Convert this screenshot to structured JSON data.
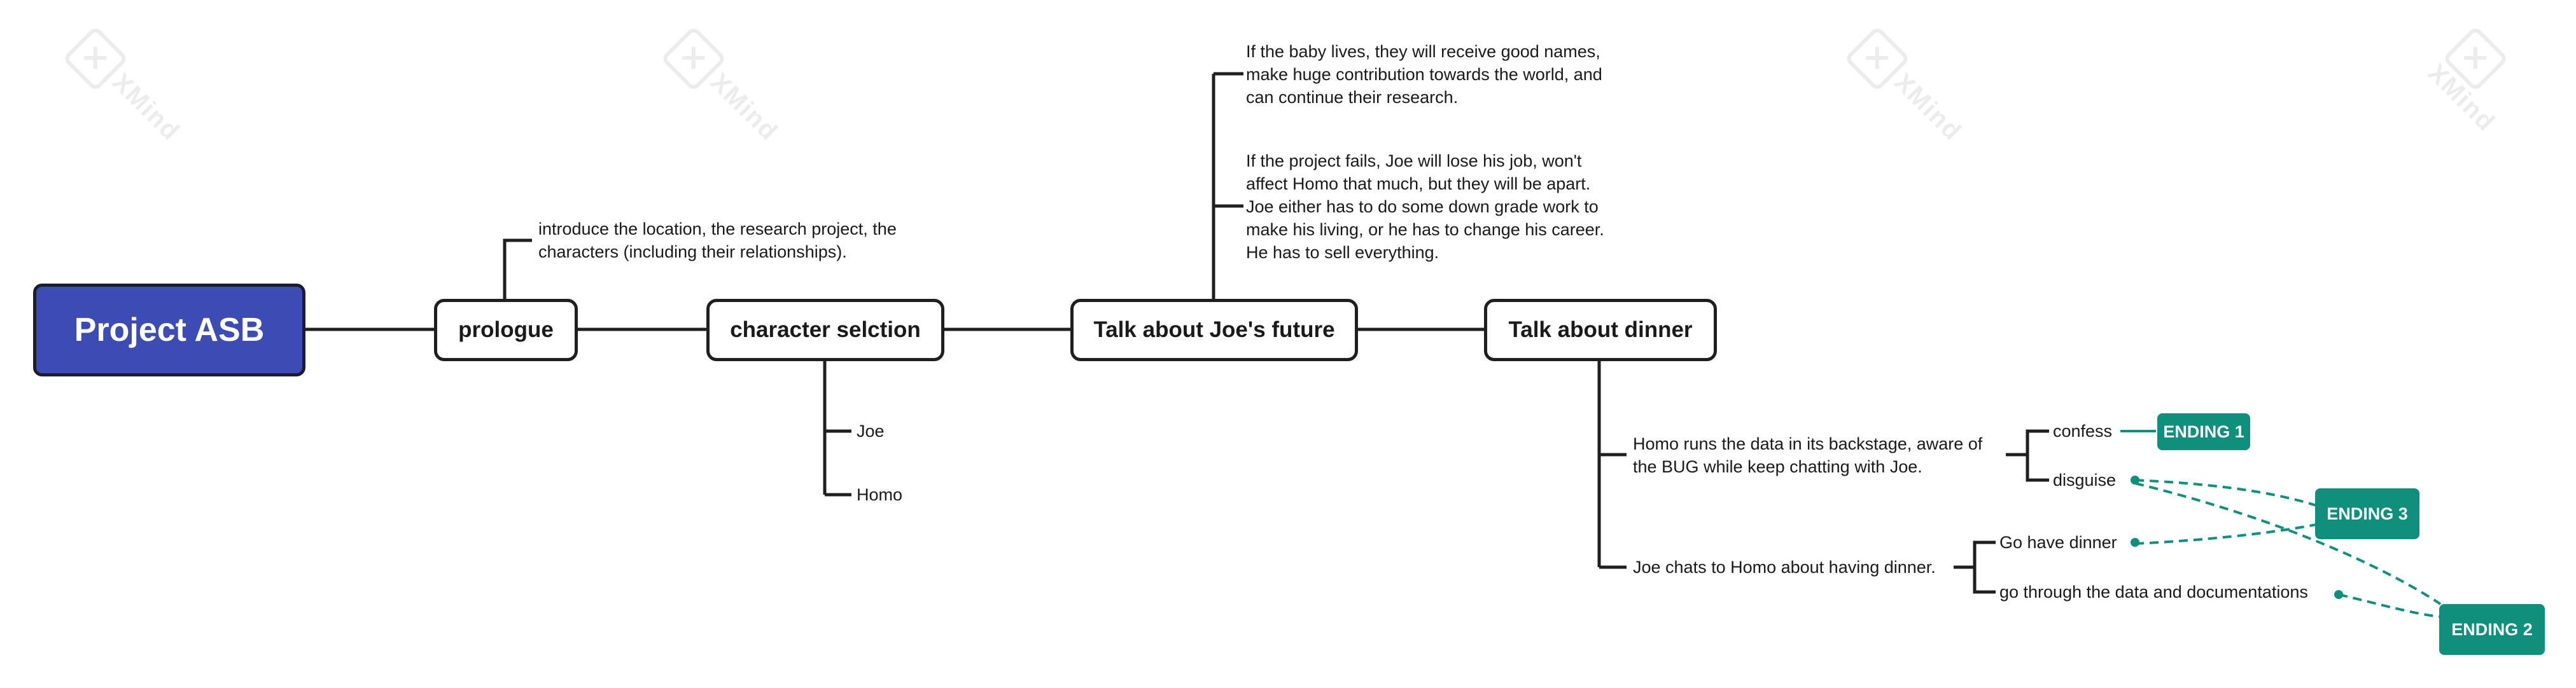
{
  "root": {
    "label": "Project ASB"
  },
  "topics": {
    "prologue": "prologue",
    "character": "character selction",
    "future": "Talk about Joe's future",
    "dinner": "Talk about dinner"
  },
  "prologue_note": {
    "lines": [
      "introduce the location, the research project, the",
      "characters (including their relationships)."
    ]
  },
  "characters": [
    "Joe",
    "Homo"
  ],
  "future_notes": {
    "lives": [
      "If the baby lives, they will receive good names,",
      "make huge contribution towards the world, and",
      "can continue their research."
    ],
    "fails": [
      "If the project fails, Joe will lose his job, won't",
      "affect Homo that much, but they will be apart.",
      "Joe either has to do some down grade work to",
      "make his living, or he has to change his career.",
      "He has to sell everything."
    ]
  },
  "dinner_branches": {
    "homo": {
      "lines": [
        "Homo runs the data in its backstage, aware of",
        "the BUG while keep chatting with Joe."
      ],
      "choices": [
        "confess",
        "disguise"
      ]
    },
    "joe": {
      "line": "Joe chats to Homo about having dinner.",
      "choices": [
        "Go have dinner",
        "go through the data and documentations"
      ]
    }
  },
  "endings": {
    "e1": "ENDING 1",
    "e2": "ENDING 2",
    "e3": "ENDING 3"
  },
  "watermark": "XMind",
  "colors": {
    "root_fill": "#3d4bb5",
    "ending_fill": "#0f8f7c",
    "line": "#1f1f1f"
  }
}
